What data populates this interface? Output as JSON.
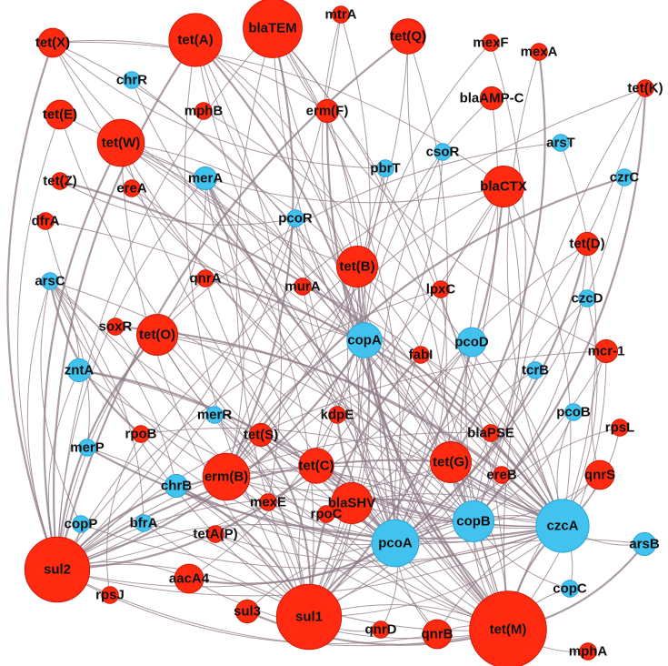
{
  "colors": {
    "antibiotic_gene": "#ff2a10",
    "metal_gene": "#41c2ef",
    "edge": "#8f7a86",
    "node_stroke_antibiotic": "#d01808",
    "node_stroke_metal": "#2aa6d6"
  },
  "nodes": [
    {
      "id": "tet(X)",
      "label": "tet(X)",
      "category": "antibiotic",
      "degree": 3
    },
    {
      "id": "tet(A)",
      "label": "tet(A)",
      "category": "antibiotic",
      "degree": 7
    },
    {
      "id": "blaTEM",
      "label": "blaTEM",
      "category": "antibiotic",
      "degree": 8
    },
    {
      "id": "mtrA",
      "label": "mtrA",
      "category": "antibiotic",
      "degree": 1
    },
    {
      "id": "tet(Q)",
      "label": "tet(Q)",
      "category": "antibiotic",
      "degree": 4
    },
    {
      "id": "mexF",
      "label": "mexF",
      "category": "antibiotic",
      "degree": 1
    },
    {
      "id": "mexA",
      "label": "mexA",
      "category": "antibiotic",
      "degree": 1
    },
    {
      "id": "chrR",
      "label": "chrR",
      "category": "metal",
      "degree": 1
    },
    {
      "id": "tet(E)",
      "label": "tet(E)",
      "category": "antibiotic",
      "degree": 3
    },
    {
      "id": "mphB",
      "label": "mphB",
      "category": "antibiotic",
      "degree": 1
    },
    {
      "id": "erm(F)",
      "label": "erm(F)",
      "category": "antibiotic",
      "degree": 2
    },
    {
      "id": "blaAMP-C",
      "label": "blaAMP-C",
      "category": "antibiotic",
      "degree": 2
    },
    {
      "id": "tet(K)",
      "label": "tet(K)",
      "category": "antibiotic",
      "degree": 1
    },
    {
      "id": "tet(W)",
      "label": "tet(W)",
      "category": "antibiotic",
      "degree": 6
    },
    {
      "id": "csoR",
      "label": "csoR",
      "category": "metal",
      "degree": 1
    },
    {
      "id": "arsT",
      "label": "arsT",
      "category": "metal",
      "degree": 1
    },
    {
      "id": "tet(Z)",
      "label": "tet(Z)",
      "category": "antibiotic",
      "degree": 1
    },
    {
      "id": "ereA",
      "label": "ereA",
      "category": "antibiotic",
      "degree": 1
    },
    {
      "id": "merA",
      "label": "merA",
      "category": "metal",
      "degree": 2
    },
    {
      "id": "pbrT",
      "label": "pbrT",
      "category": "metal",
      "degree": 1
    },
    {
      "id": "blaCTX",
      "label": "blaCTX",
      "category": "antibiotic",
      "degree": 5
    },
    {
      "id": "czrC",
      "label": "czrC",
      "category": "metal",
      "degree": 1
    },
    {
      "id": "dfrA",
      "label": "dfrA",
      "category": "antibiotic",
      "degree": 1
    },
    {
      "id": "pcoR",
      "label": "pcoR",
      "category": "metal",
      "degree": 1
    },
    {
      "id": "tet(D)",
      "label": "tet(D)",
      "category": "antibiotic",
      "degree": 2
    },
    {
      "id": "arsC",
      "label": "arsC",
      "category": "metal",
      "degree": 1
    },
    {
      "id": "qnrA",
      "label": "qnrA",
      "category": "antibiotic",
      "degree": 1
    },
    {
      "id": "murA",
      "label": "murA",
      "category": "antibiotic",
      "degree": 1
    },
    {
      "id": "tet(B)",
      "label": "tet(B)",
      "category": "antibiotic",
      "degree": 5
    },
    {
      "id": "lpxC",
      "label": "lpxC",
      "category": "antibiotic",
      "degree": 1
    },
    {
      "id": "czcD",
      "label": "czcD",
      "category": "metal",
      "degree": 1
    },
    {
      "id": "soxR",
      "label": "soxR",
      "category": "antibiotic",
      "degree": 1
    },
    {
      "id": "tet(O)",
      "label": "tet(O)",
      "category": "antibiotic",
      "degree": 5
    },
    {
      "id": "copA",
      "label": "copA",
      "category": "metal",
      "degree": 4
    },
    {
      "id": "pcoD",
      "label": "pcoD",
      "category": "metal",
      "degree": 3
    },
    {
      "id": "fabI",
      "label": "fabI",
      "category": "antibiotic",
      "degree": 1
    },
    {
      "id": "mcr-1",
      "label": "mcr-1",
      "category": "antibiotic",
      "degree": 2
    },
    {
      "id": "zntA",
      "label": "zntA",
      "category": "metal",
      "degree": 2
    },
    {
      "id": "tcrB",
      "label": "tcrB",
      "category": "metal",
      "degree": 1
    },
    {
      "id": "merR",
      "label": "merR",
      "category": "metal",
      "degree": 1
    },
    {
      "id": "kdpE",
      "label": "kdpE",
      "category": "antibiotic",
      "degree": 1
    },
    {
      "id": "pcoB",
      "label": "pcoB",
      "category": "metal",
      "degree": 1
    },
    {
      "id": "rpoB",
      "label": "rpoB",
      "category": "antibiotic",
      "degree": 1
    },
    {
      "id": "tet(S)",
      "label": "tet(S)",
      "category": "antibiotic",
      "degree": 2
    },
    {
      "id": "blaPSE",
      "label": "blaPSE",
      "category": "antibiotic",
      "degree": 1
    },
    {
      "id": "rpsL",
      "label": "rpsL",
      "category": "antibiotic",
      "degree": 1
    },
    {
      "id": "merP",
      "label": "merP",
      "category": "metal",
      "degree": 1
    },
    {
      "id": "tet(C)",
      "label": "tet(C)",
      "category": "antibiotic",
      "degree": 4
    },
    {
      "id": "tet(G)",
      "label": "tet(G)",
      "category": "antibiotic",
      "degree": 5
    },
    {
      "id": "ereB",
      "label": "ereB",
      "category": "antibiotic",
      "degree": 1
    },
    {
      "id": "qnrS",
      "label": "qnrS",
      "category": "antibiotic",
      "degree": 3
    },
    {
      "id": "chrB",
      "label": "chrB",
      "category": "metal",
      "degree": 2
    },
    {
      "id": "erm(B)",
      "label": "erm(B)",
      "category": "antibiotic",
      "degree": 6
    },
    {
      "id": "mexE",
      "label": "mexE",
      "category": "antibiotic",
      "degree": 1
    },
    {
      "id": "blaSHV",
      "label": "blaSHV",
      "category": "antibiotic",
      "degree": 5
    },
    {
      "id": "rpoC",
      "label": "rpoC",
      "category": "antibiotic",
      "degree": 1
    },
    {
      "id": "copP",
      "label": "copP",
      "category": "metal",
      "degree": 1
    },
    {
      "id": "bfrA",
      "label": "bfrA",
      "category": "metal",
      "degree": 1
    },
    {
      "id": "pcoA",
      "label": "pcoA",
      "category": "metal",
      "degree": 6
    },
    {
      "id": "copB",
      "label": "copB",
      "category": "metal",
      "degree": 5
    },
    {
      "id": "czcA",
      "label": "czcA",
      "category": "metal",
      "degree": 7
    },
    {
      "id": "tetA(P)",
      "label": "tetA(P)",
      "category": "antibiotic",
      "degree": 1
    },
    {
      "id": "arsB",
      "label": "arsB",
      "category": "metal",
      "degree": 2
    },
    {
      "id": "sul2",
      "label": "sul2",
      "category": "antibiotic",
      "degree": 9
    },
    {
      "id": "aacA4",
      "label": "aacA4",
      "category": "antibiotic",
      "degree": 3
    },
    {
      "id": "rpsJ",
      "label": "rpsJ",
      "category": "antibiotic",
      "degree": 1
    },
    {
      "id": "sul3",
      "label": "sul3",
      "category": "antibiotic",
      "degree": 2
    },
    {
      "id": "sul1",
      "label": "sul1",
      "category": "antibiotic",
      "degree": 9
    },
    {
      "id": "qnrD",
      "label": "qnrD",
      "category": "antibiotic",
      "degree": 1
    },
    {
      "id": "qnrB",
      "label": "qnrB",
      "category": "antibiotic",
      "degree": 3
    },
    {
      "id": "copC",
      "label": "copC",
      "category": "metal",
      "degree": 1
    },
    {
      "id": "tet(M)",
      "label": "tet(M)",
      "category": "antibiotic",
      "degree": 11
    },
    {
      "id": "mphA",
      "label": "mphA",
      "category": "antibiotic",
      "degree": 1
    }
  ],
  "edges": [
    [
      "tet(X)",
      "sul2"
    ],
    [
      "tet(X)",
      "copA"
    ],
    [
      "tet(X)",
      "pbrT"
    ],
    [
      "tet(X)",
      "blaCTX"
    ],
    [
      "tet(X)",
      "tet(B)"
    ],
    [
      "tet(X)",
      "erm(F)"
    ],
    [
      "tet(X)",
      "czcA"
    ],
    [
      "tet(A)",
      "pcoA"
    ],
    [
      "tet(A)",
      "sul1"
    ],
    [
      "tet(A)",
      "copA"
    ],
    [
      "tet(A)",
      "czcA"
    ],
    [
      "tet(A)",
      "tet(B)"
    ],
    [
      "tet(A)",
      "copB"
    ],
    [
      "tet(A)",
      "mexE"
    ],
    [
      "tet(A)",
      "sul2"
    ],
    [
      "blaTEM",
      "pcoA"
    ],
    [
      "blaTEM",
      "sul1"
    ],
    [
      "blaTEM",
      "copA"
    ],
    [
      "blaTEM",
      "czcA"
    ],
    [
      "blaTEM",
      "tet(M)"
    ],
    [
      "blaTEM",
      "copB"
    ],
    [
      "blaTEM",
      "erm(B)"
    ],
    [
      "blaTEM",
      "sul2"
    ],
    [
      "blaTEM",
      "tet(G)"
    ],
    [
      "blaTEM",
      "mcr-1"
    ],
    [
      "mtrA",
      "tet(C)"
    ],
    [
      "mtrA",
      "copA"
    ],
    [
      "mtrA",
      "sul2"
    ],
    [
      "tet(Q)",
      "sul2"
    ],
    [
      "tet(Q)",
      "erm(B)"
    ],
    [
      "tet(Q)",
      "czcA"
    ],
    [
      "tet(Q)",
      "pcoA"
    ],
    [
      "mexF",
      "copA"
    ],
    [
      "mexF",
      "copB"
    ],
    [
      "mexA",
      "czcA"
    ],
    [
      "mexA",
      "tet(G)"
    ],
    [
      "chrR",
      "copA"
    ],
    [
      "chrR",
      "tet(M)"
    ],
    [
      "tet(E)",
      "sul2"
    ],
    [
      "tet(E)",
      "copB"
    ],
    [
      "tet(E)",
      "pcoA"
    ],
    [
      "mphB",
      "czcA"
    ],
    [
      "erm(F)",
      "tet(M)"
    ],
    [
      "erm(F)",
      "sul1"
    ],
    [
      "blaAMP-C",
      "copA"
    ],
    [
      "blaAMP-C",
      "pcoA"
    ],
    [
      "tet(K)",
      "sul2"
    ],
    [
      "tet(K)",
      "blaSHV"
    ],
    [
      "tet(K)",
      "tet(M)"
    ],
    [
      "tet(K)",
      "copB"
    ],
    [
      "tet(W)",
      "sul1"
    ],
    [
      "tet(W)",
      "copA"
    ],
    [
      "tet(W)",
      "czcA"
    ],
    [
      "tet(W)",
      "pcoA"
    ],
    [
      "tet(W)",
      "tet(M)"
    ],
    [
      "tet(W)",
      "copB"
    ],
    [
      "tet(W)",
      "sul2"
    ],
    [
      "tet(W)",
      "tet(B)"
    ],
    [
      "tet(W)",
      "blaCTX"
    ],
    [
      "csoR",
      "tet(C)"
    ],
    [
      "csoR",
      "pcoA"
    ],
    [
      "arsT",
      "czcA"
    ],
    [
      "arsT",
      "tet(O)"
    ],
    [
      "tet(Z)",
      "czcA"
    ],
    [
      "tet(Z)",
      "pcoR"
    ],
    [
      "ereA",
      "pcoA"
    ],
    [
      "ereA",
      "copA"
    ],
    [
      "merA",
      "sul1"
    ],
    [
      "merA",
      "pcoA"
    ],
    [
      "merA",
      "tet(M)"
    ],
    [
      "merA",
      "czcA"
    ],
    [
      "merA",
      "erm(B)"
    ],
    [
      "merA",
      "copB"
    ],
    [
      "merA",
      "tet(O)"
    ],
    [
      "merA",
      "sul2"
    ],
    [
      "pbrT",
      "erm(B)"
    ],
    [
      "pbrT",
      "pcoA"
    ],
    [
      "blaCTX",
      "sul1"
    ],
    [
      "blaCTX",
      "pcoA"
    ],
    [
      "blaCTX",
      "czcA"
    ],
    [
      "blaCTX",
      "tet(M)"
    ],
    [
      "blaCTX",
      "copB"
    ],
    [
      "blaCTX",
      "erm(B)"
    ],
    [
      "blaCTX",
      "sul2"
    ],
    [
      "czrC",
      "erm(B)"
    ],
    [
      "czrC",
      "pcoA"
    ],
    [
      "dfrA",
      "sul1"
    ],
    [
      "dfrA",
      "czcA"
    ],
    [
      "pcoR",
      "tet(M)"
    ],
    [
      "pcoR",
      "sul2"
    ],
    [
      "pcoR",
      "czcA"
    ],
    [
      "tet(D)",
      "pcoA"
    ],
    [
      "tet(D)",
      "sul1"
    ],
    [
      "tet(D)",
      "copB"
    ],
    [
      "arsC",
      "sul2"
    ],
    [
      "arsC",
      "tet(M)"
    ],
    [
      "arsC",
      "czcA"
    ],
    [
      "arsC",
      "zntA"
    ],
    [
      "arsC",
      "rpoB"
    ],
    [
      "arsC",
      "merP"
    ],
    [
      "arsC",
      "copP"
    ],
    [
      "arsC",
      "chrB"
    ],
    [
      "arsC",
      "erm(B)"
    ],
    [
      "arsC",
      "bfrA"
    ],
    [
      "qnrA",
      "sul2"
    ],
    [
      "qnrA",
      "czcA"
    ],
    [
      "qnrA",
      "pcoA"
    ],
    [
      "murA",
      "czcA"
    ],
    [
      "murA",
      "tet(M)"
    ],
    [
      "tet(B)",
      "sul1"
    ],
    [
      "tet(B)",
      "pcoA"
    ],
    [
      "tet(B)",
      "czcA"
    ],
    [
      "tet(B)",
      "tet(M)"
    ],
    [
      "tet(B)",
      "copB"
    ],
    [
      "tet(B)",
      "erm(B)"
    ],
    [
      "lpxC",
      "pcoA"
    ],
    [
      "lpxC",
      "sul2"
    ],
    [
      "czcD",
      "czcA"
    ],
    [
      "czcD",
      "copB"
    ],
    [
      "soxR",
      "czcA"
    ],
    [
      "soxR",
      "tet(M)"
    ],
    [
      "tet(O)",
      "sul1"
    ],
    [
      "tet(O)",
      "pcoA"
    ],
    [
      "tet(O)",
      "czcA"
    ],
    [
      "tet(O)",
      "tet(M)"
    ],
    [
      "tet(O)",
      "copB"
    ],
    [
      "tet(O)",
      "sul2"
    ],
    [
      "copA",
      "sul1"
    ],
    [
      "copA",
      "pcoA"
    ],
    [
      "copA",
      "czcA"
    ],
    [
      "copA",
      "tet(M)"
    ],
    [
      "copA",
      "copB"
    ],
    [
      "copA",
      "erm(B)"
    ],
    [
      "copA",
      "sul2"
    ],
    [
      "copA",
      "tet(C)"
    ],
    [
      "copA",
      "aacA4"
    ],
    [
      "pcoD",
      "pcoA"
    ],
    [
      "pcoD",
      "czcA"
    ],
    [
      "pcoD",
      "tet(M)"
    ],
    [
      "pcoD",
      "sul2"
    ],
    [
      "fabI",
      "sul1"
    ],
    [
      "fabI",
      "czcA"
    ],
    [
      "mcr-1",
      "sul2"
    ],
    [
      "mcr-1",
      "pcoA"
    ],
    [
      "mcr-1",
      "qnrS"
    ],
    [
      "mcr-1",
      "tet(M)"
    ],
    [
      "zntA",
      "czcA"
    ],
    [
      "zntA",
      "pcoA"
    ],
    [
      "zntA",
      "sul2"
    ],
    [
      "zntA",
      "tet(M)"
    ],
    [
      "tcrB",
      "pcoA"
    ],
    [
      "tcrB",
      "sul1"
    ],
    [
      "merR",
      "czcA"
    ],
    [
      "merR",
      "sul1"
    ],
    [
      "kdpE",
      "pcoA"
    ],
    [
      "kdpE",
      "tet(M)"
    ],
    [
      "pcoB",
      "czcA"
    ],
    [
      "pcoB",
      "copB"
    ],
    [
      "rpoB",
      "pcoA"
    ],
    [
      "rpoB",
      "czcA"
    ],
    [
      "rpoB",
      "rpsJ"
    ],
    [
      "tet(S)",
      "sul1"
    ],
    [
      "tet(S)",
      "czcA"
    ],
    [
      "tet(S)",
      "pcoA"
    ],
    [
      "blaPSE",
      "sul2"
    ],
    [
      "blaPSE",
      "pcoA"
    ],
    [
      "rpsL",
      "copB"
    ],
    [
      "rpsL",
      "czcA"
    ],
    [
      "merP",
      "czcA"
    ],
    [
      "merP",
      "sul1"
    ],
    [
      "tet(C)",
      "sul1"
    ],
    [
      "tet(C)",
      "pcoA"
    ],
    [
      "tet(C)",
      "czcA"
    ],
    [
      "tet(C)",
      "tet(M)"
    ],
    [
      "tet(C)",
      "copB"
    ],
    [
      "tet(C)",
      "sul2"
    ],
    [
      "tet(G)",
      "sul1"
    ],
    [
      "tet(G)",
      "pcoA"
    ],
    [
      "tet(G)",
      "czcA"
    ],
    [
      "tet(G)",
      "tet(M)"
    ],
    [
      "tet(G)",
      "copB"
    ],
    [
      "tet(G)",
      "erm(B)"
    ],
    [
      "tet(G)",
      "sul2"
    ],
    [
      "ereB",
      "pcoA"
    ],
    [
      "ereB",
      "czcA"
    ],
    [
      "qnrS",
      "czcA"
    ],
    [
      "qnrS",
      "tet(M)"
    ],
    [
      "qnrS",
      "copB"
    ],
    [
      "chrB",
      "czcA"
    ],
    [
      "chrB",
      "sul1"
    ],
    [
      "chrB",
      "pcoA"
    ],
    [
      "erm(B)",
      "sul1"
    ],
    [
      "erm(B)",
      "pcoA"
    ],
    [
      "erm(B)",
      "czcA"
    ],
    [
      "erm(B)",
      "tet(M)"
    ],
    [
      "erm(B)",
      "copB"
    ],
    [
      "erm(B)",
      "sul2"
    ],
    [
      "erm(B)",
      "qnrB"
    ],
    [
      "mexE",
      "czcA"
    ],
    [
      "blaSHV",
      "sul1"
    ],
    [
      "blaSHV",
      "pcoA"
    ],
    [
      "blaSHV",
      "czcA"
    ],
    [
      "blaSHV",
      "tet(M)"
    ],
    [
      "blaSHV",
      "copB"
    ],
    [
      "blaSHV",
      "sul2"
    ],
    [
      "rpoC",
      "pcoA"
    ],
    [
      "copP",
      "czcA"
    ],
    [
      "copP",
      "sul2"
    ],
    [
      "bfrA",
      "tet(M)"
    ],
    [
      "bfrA",
      "sul1"
    ],
    [
      "pcoA",
      "sul1"
    ],
    [
      "pcoA",
      "czcA"
    ],
    [
      "pcoA",
      "tet(M)"
    ],
    [
      "pcoA",
      "copB"
    ],
    [
      "pcoA",
      "sul2"
    ],
    [
      "pcoA",
      "qnrD"
    ],
    [
      "pcoA",
      "qnrB"
    ],
    [
      "pcoA",
      "aacA4"
    ],
    [
      "copB",
      "sul1"
    ],
    [
      "copB",
      "czcA"
    ],
    [
      "copB",
      "tet(M)"
    ],
    [
      "copB",
      "sul2"
    ],
    [
      "copB",
      "copC"
    ],
    [
      "czcA",
      "sul1"
    ],
    [
      "czcA",
      "tet(M)"
    ],
    [
      "czcA",
      "sul2"
    ],
    [
      "czcA",
      "arsB"
    ],
    [
      "czcA",
      "copC"
    ],
    [
      "czcA",
      "qnrB"
    ],
    [
      "tetA(P)",
      "sul1"
    ],
    [
      "tetA(P)",
      "czcA"
    ],
    [
      "arsB",
      "tet(M)"
    ],
    [
      "arsB",
      "sul1"
    ],
    [
      "sul2",
      "sul1"
    ],
    [
      "sul2",
      "tet(M)"
    ],
    [
      "sul2",
      "aacA4"
    ],
    [
      "sul2",
      "qnrB"
    ],
    [
      "sul3",
      "pcoA"
    ],
    [
      "sul3",
      "tet(M)"
    ],
    [
      "sul1",
      "tet(M)"
    ],
    [
      "sul1",
      "qnrD"
    ],
    [
      "qnrB",
      "tet(M)"
    ],
    [
      "tet(M)",
      "mphA"
    ],
    [
      "tet(M)",
      "copC"
    ],
    [
      "aacA4",
      "tet(M)"
    ]
  ]
}
